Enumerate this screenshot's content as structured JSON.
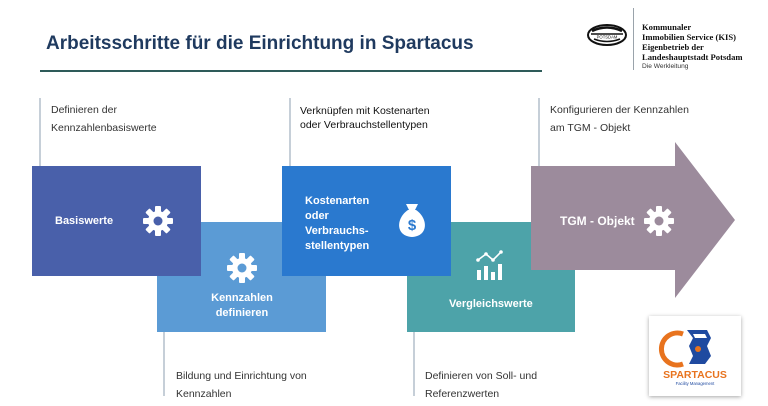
{
  "header": {
    "title": "Arbeitsschritte für die Einrichtung in Spartacus"
  },
  "organization": {
    "seal_text": "POTSDAM",
    "lines": [
      "Kommunaler",
      "Immobilien Service (KIS)",
      "Eigenbetrieb der",
      "Landeshauptstadt Potsdam"
    ],
    "subline": "Die Werkleitung"
  },
  "steps": [
    {
      "label": "Basiswerte",
      "description": "Definieren der Kennzahlenbasiswerte",
      "color": "#4960aa",
      "icon": "gear-icon"
    },
    {
      "label": "Kennzahlen definieren",
      "description": "Bildung und Einrichtung von Kennzahlen",
      "color": "#5b9bd5",
      "icon": "gear-icon"
    },
    {
      "label": "Kostenarten oder Verbrauchs-stellentypen",
      "description": "Verknüpfen mit Kostenarten oder Verbrauchstellentypen",
      "color": "#2a79cf",
      "icon": "money-bag-icon"
    },
    {
      "label": "Vergleichswerte",
      "description": "Definieren von Soll- und Referenzwerten",
      "color": "#4da3a9",
      "icon": "chart-icon"
    },
    {
      "label": "TGM - Objekt",
      "description": "Konfigurieren der Kennzahlen am TGM - Objekt",
      "color": "#9c8b9c",
      "icon": "gear-icon"
    }
  ],
  "step_text": {
    "s1_label": "Basiswerte",
    "s1_desc_1": "Definieren der",
    "s1_desc_2": "Kennzahlenbasiswerte",
    "s2_label_1": "Kennzahlen",
    "s2_label_2": "definieren",
    "s2_desc_1": "Bildung und Einrichtung von",
    "s2_desc_2": "Kennzahlen",
    "s3_label_1": "Kostenarten",
    "s3_label_2": "oder",
    "s3_label_3": "Verbrauchs-",
    "s3_label_4": "stellentypen",
    "s3_desc_1": "Verknüpfen mit Kostenarten",
    "s3_desc_2": "oder Verbrauchstellentypen",
    "s4_label": "Vergleichswerte",
    "s4_desc_1": "Definieren von Soll- und",
    "s4_desc_2": "Referenzwerten",
    "s5_label": "TGM - Objekt",
    "s5_desc_1": "Konfigurieren der Kennzahlen",
    "s5_desc_2": "am TGM - Objekt"
  },
  "logo": {
    "name": "SPARTACUS",
    "tagline": "Facility Management"
  }
}
